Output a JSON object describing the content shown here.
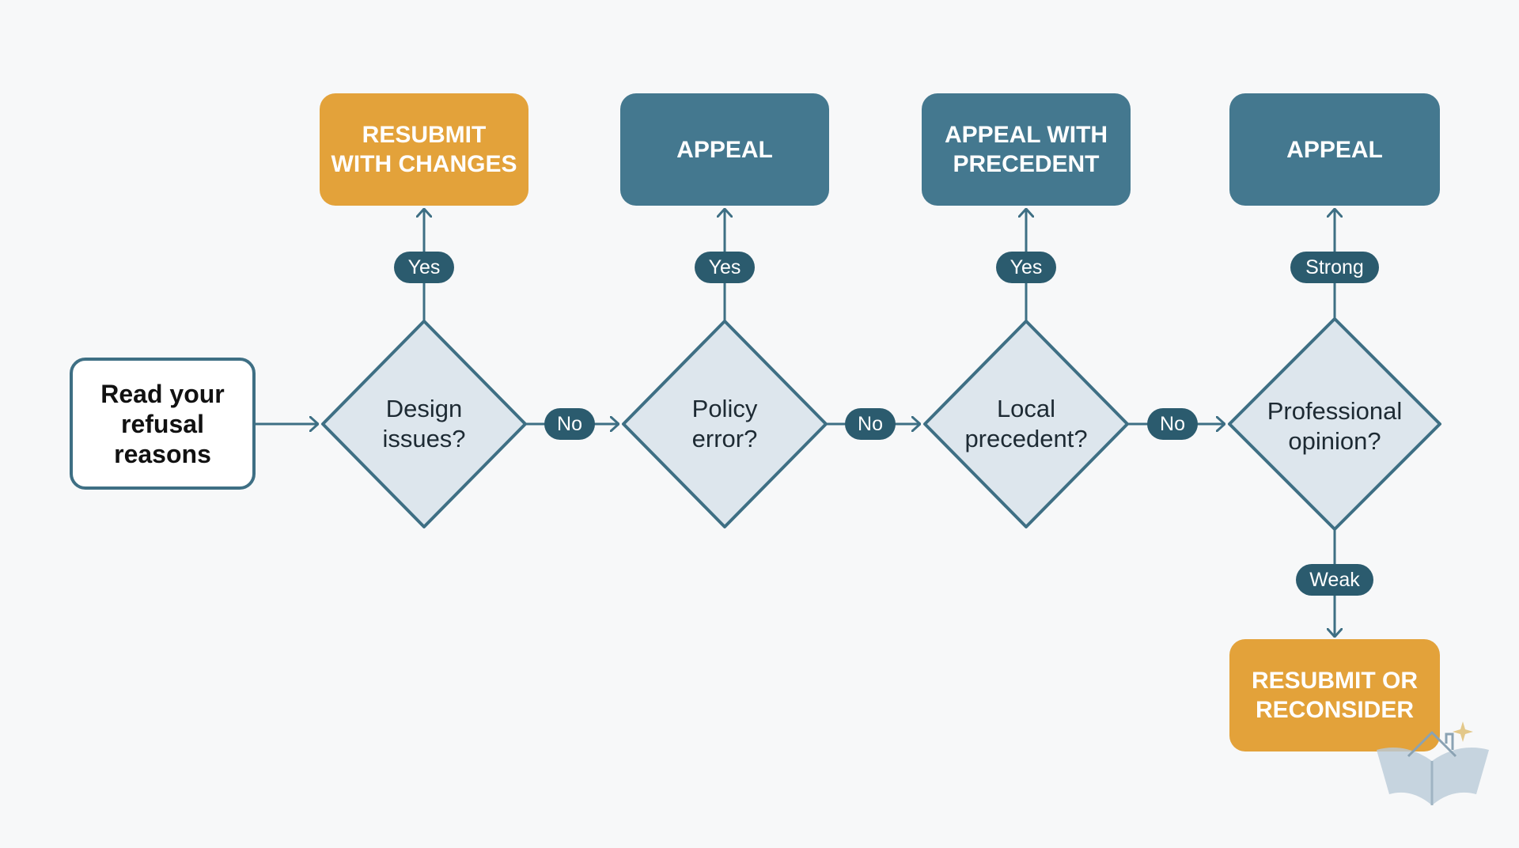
{
  "colors": {
    "background": "#f7f8f9",
    "outcome_resubmit": "#e3a23a",
    "outcome_appeal": "#44788f",
    "diamond_fill": "#dde6ed",
    "stroke": "#3e6f84",
    "pill": "#2b5b6e"
  },
  "start": {
    "label": "Read your\nrefusal\nreasons"
  },
  "decisions": [
    {
      "question": "Design\nissues?"
    },
    {
      "question": "Policy\nerror?"
    },
    {
      "question": "Local\nprecedent?"
    },
    {
      "question": "Professional\nopinion?"
    }
  ],
  "outcomes": [
    {
      "label": "RESUBMIT\nWITH CHANGES",
      "kind": "resubmit"
    },
    {
      "label": "APPEAL",
      "kind": "appeal"
    },
    {
      "label": "APPEAL WITH\nPRECEDENT",
      "kind": "appeal"
    },
    {
      "label": "APPEAL",
      "kind": "appeal"
    },
    {
      "label": "RESUBMIT OR\nRECONSIDER",
      "kind": "resubmit"
    }
  ],
  "edge_labels": {
    "yes_1": "Yes",
    "yes_2": "Yes",
    "yes_3": "Yes",
    "strong": "Strong",
    "no_1": "No",
    "no_2": "No",
    "no_3": "No",
    "weak": "Weak"
  },
  "logo_icon": "house-on-open-book-icon"
}
